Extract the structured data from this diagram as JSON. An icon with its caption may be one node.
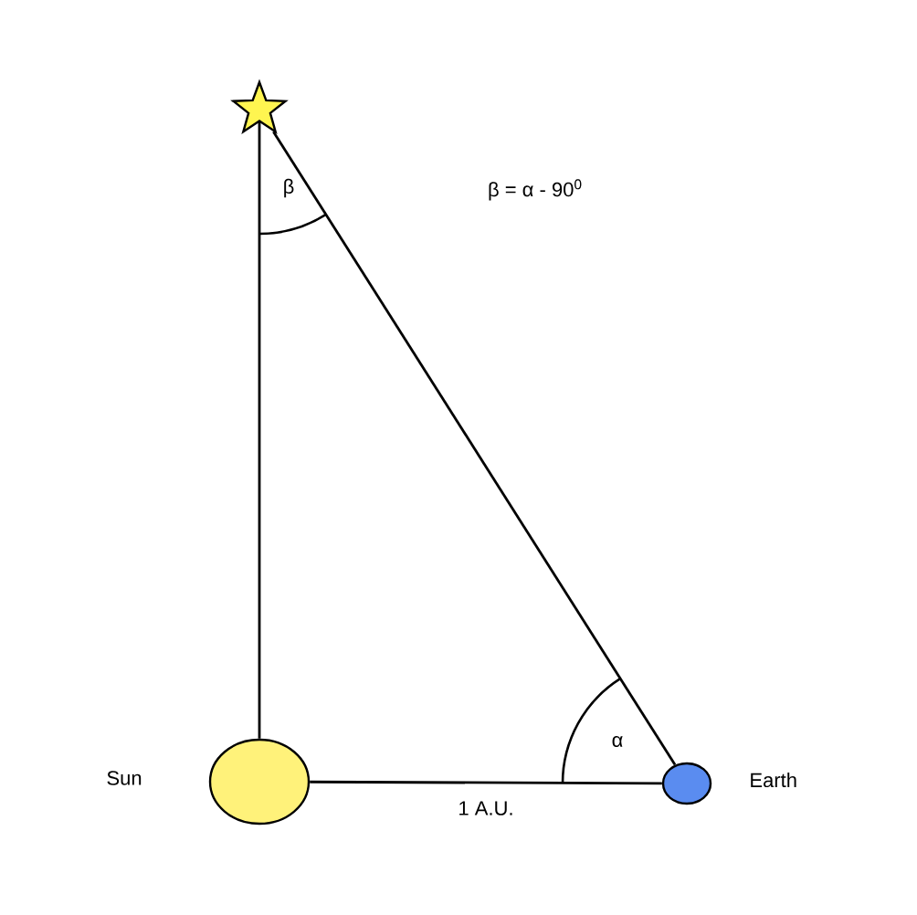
{
  "diagram": {
    "nodes": [
      {
        "text": [],
        "shape": "star"
      },
      {
        "text": [],
        "shape": "circle",
        "beside": [
          "Sun"
        ]
      },
      {
        "text": [],
        "shape": "circle",
        "beside": [
          "Earth"
        ]
      }
    ],
    "edges": [
      {
        "from": 0,
        "to": 1,
        "arrow": "none"
      },
      {
        "from": 0,
        "to": 2,
        "arrow": "none"
      },
      {
        "from": 1,
        "to": 2,
        "arrow": "none",
        "label": "1 A.U."
      }
    ],
    "labels": [
      "β = α - 90$^{0}$",
      "β",
      "α"
    ]
  }
}
